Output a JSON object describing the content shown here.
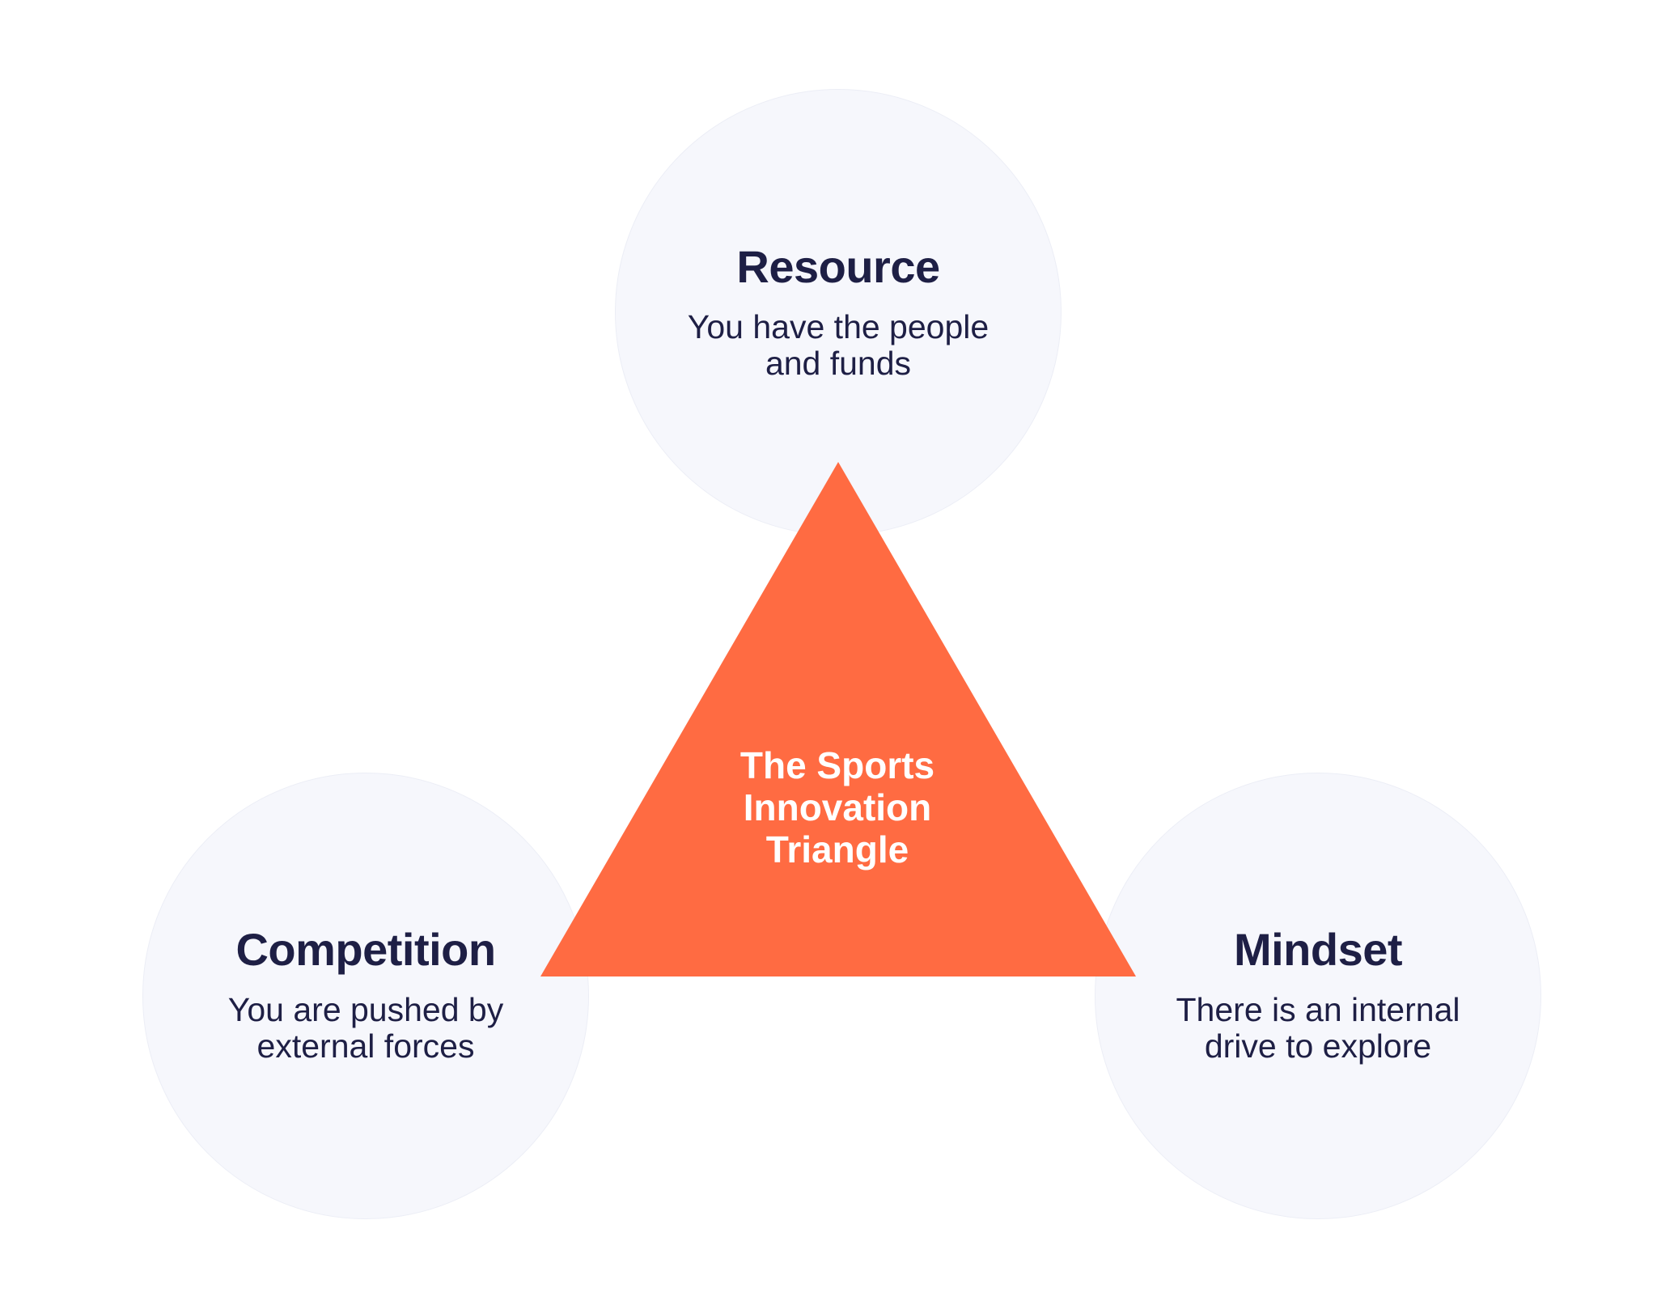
{
  "diagram": {
    "center": {
      "text": "The Sports\nInnovation\nTriangle",
      "color": "#ff6b42"
    },
    "nodes": {
      "resource": {
        "title": "Resource",
        "description": "You have the people\nand funds"
      },
      "competition": {
        "title": "Competition",
        "description": "You are pushed by\nexternal forces"
      },
      "mindset": {
        "title": "Mindset",
        "description": "There is an internal\ndrive to explore"
      }
    },
    "colors": {
      "text": "#1e1f45",
      "circle_fill": "#f6f7fc",
      "triangle": "#ff6b42",
      "background": "#ffffff"
    }
  }
}
